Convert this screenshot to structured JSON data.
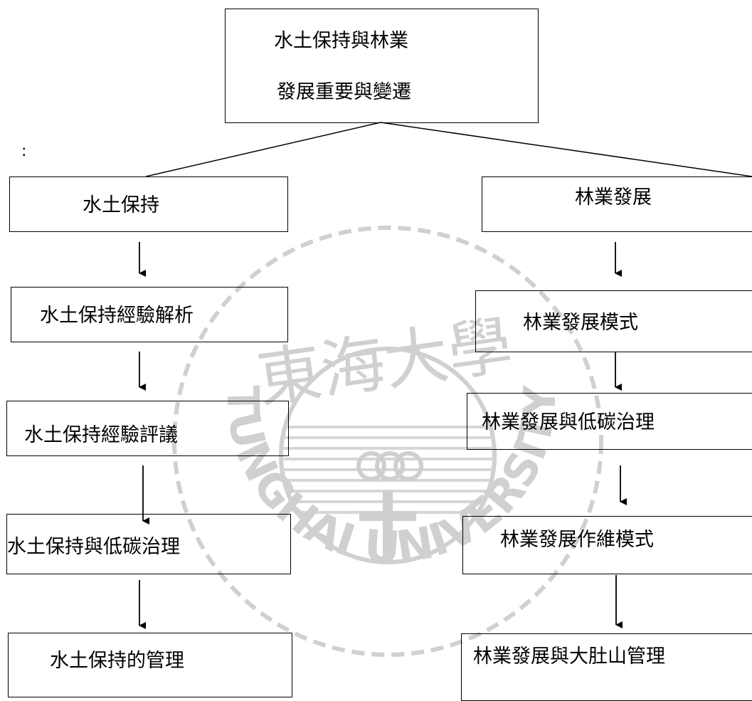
{
  "root": {
    "line1": "水土保持與林業",
    "line2": "發展重要與變遷"
  },
  "stray_colon": ":",
  "left_column": [
    "水土保持",
    "水土保持經驗解析",
    "水土保持經驗評議",
    "水土保持與低碳治理",
    "水土保持的管理"
  ],
  "right_column": [
    "林業發展",
    "林業發展模式",
    "林業發展與低碳治理",
    "林業發展作維模式",
    "林業發展與大肚山管理"
  ],
  "watermark": {
    "top_text": "東海大學",
    "bottom_text": "TUNGHAI UNIVERSITY",
    "color": "#c8c8c8"
  }
}
